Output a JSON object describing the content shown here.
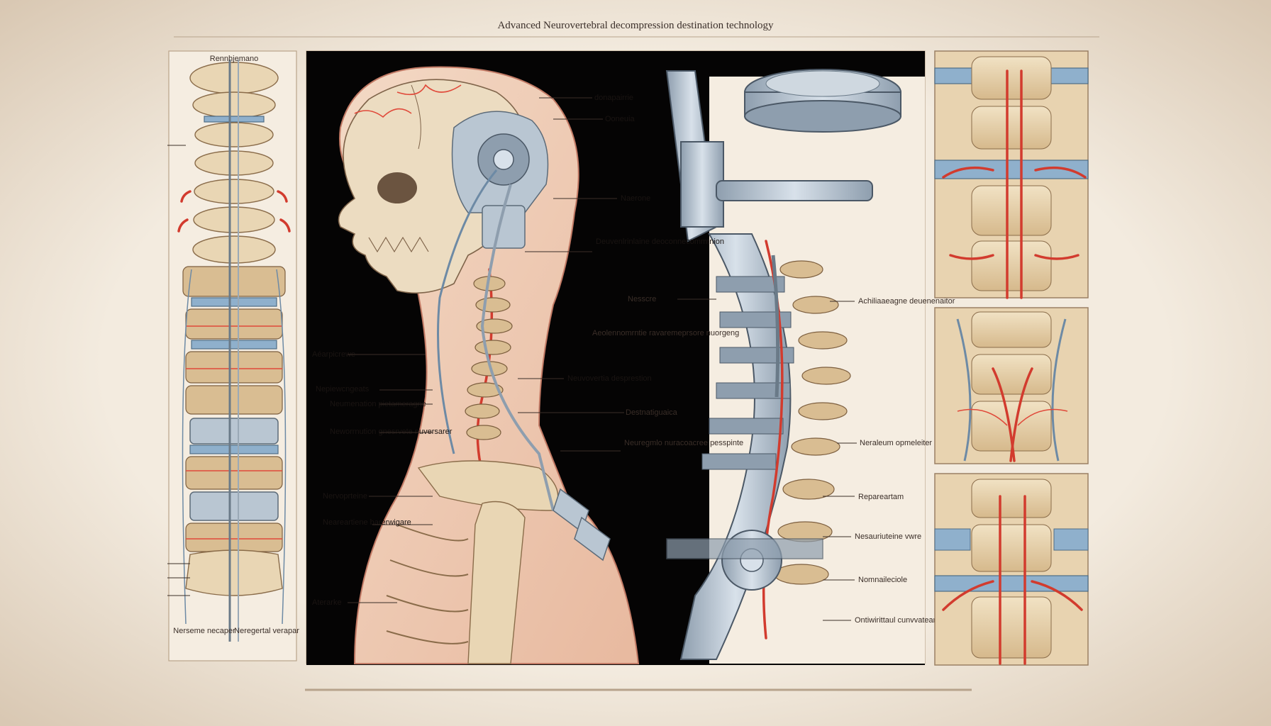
{
  "title": "Advanced Neurovertebral decompression destination technology",
  "colors": {
    "background": "#efe6da",
    "panel_paper": "#f5ede1",
    "panel_black": "#050404",
    "nerve_red": "#d23b2e",
    "bone": "#e9d6b4",
    "device_metal": "#b9c6d2",
    "disc_blue": "#8fb0cc"
  },
  "left_panel": {
    "top_label": "Rennhjemano",
    "bottom_labels": [
      "Nerseme necaper",
      "Neregertal verapar"
    ]
  },
  "center_panel": {
    "left_labels": [
      "Aéarpicrewe",
      "Nepiewcngeats",
      "Neumenation pietameragne",
      "Neworrnution gnesrvete nuversarer",
      "Nervoprteine",
      "Neareartiene barerwigare",
      "Aterarke"
    ],
    "right_labels": [
      "donapairrie",
      "Ooneuia",
      "Naerone",
      "Deuvenlrinlaine deoconnecommtnion",
      "Neuvovertia desprestion",
      "Nesscre",
      "Aeolennomrntie ravaremeprsore nuorgeng",
      "Destnatiguaica",
      "Neuregmlo nuracoacree pesspinte"
    ]
  },
  "device_panel": {
    "labels": [
      "Achiliaaeagne deuenenaitor",
      "Neraleum opmeleiter",
      "Repareartam",
      "Nesauriuteine vwre",
      "Nomnaileciole",
      "Ontiwirittaul cunvvateanalle"
    ]
  },
  "icons": [
    "skull-icon",
    "spine-icon",
    "traction-device-icon",
    "vertebra-closeup-icon"
  ]
}
